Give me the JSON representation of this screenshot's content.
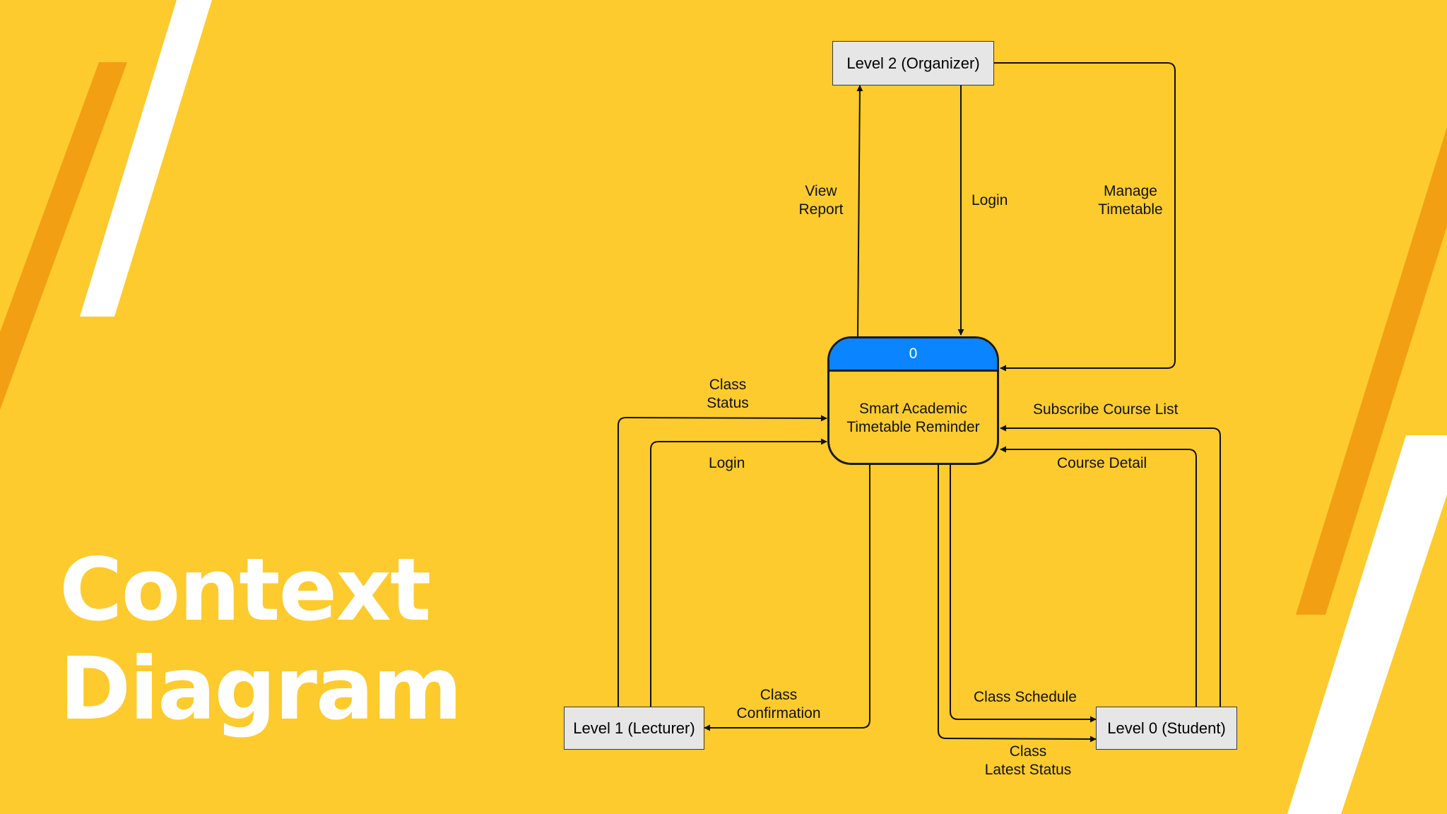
{
  "title": {
    "line1": "Context",
    "line2": "Diagram"
  },
  "process": {
    "number": "0",
    "name_line1": "Smart Academic",
    "name_line2": "Timetable Reminder"
  },
  "entities": {
    "organizer": "Level 2 (Organizer)",
    "lecturer": "Level 1 (Lecturer)",
    "student": "Level 0 (Student)"
  },
  "flows": {
    "view_report": [
      "View",
      "Report"
    ],
    "organizer_login": "Login",
    "manage_timetable": [
      "Manage",
      "Timetable"
    ],
    "class_status": [
      "Class",
      "Status"
    ],
    "lecturer_login": "Login",
    "class_confirmation": [
      "Class",
      "Confirmation"
    ],
    "subscribe_course_list": "Subscribe Course List",
    "course_detail": "Course Detail",
    "class_schedule": "Class Schedule",
    "class_latest_status": [
      "Class",
      "Latest Status"
    ]
  },
  "colors": {
    "background": "#FDCB2E",
    "accent_orange": "#F29F14",
    "stripe_white": "#FFFFFF",
    "process_header": "#0A84FF",
    "entity_fill": "#E6E6E6"
  }
}
